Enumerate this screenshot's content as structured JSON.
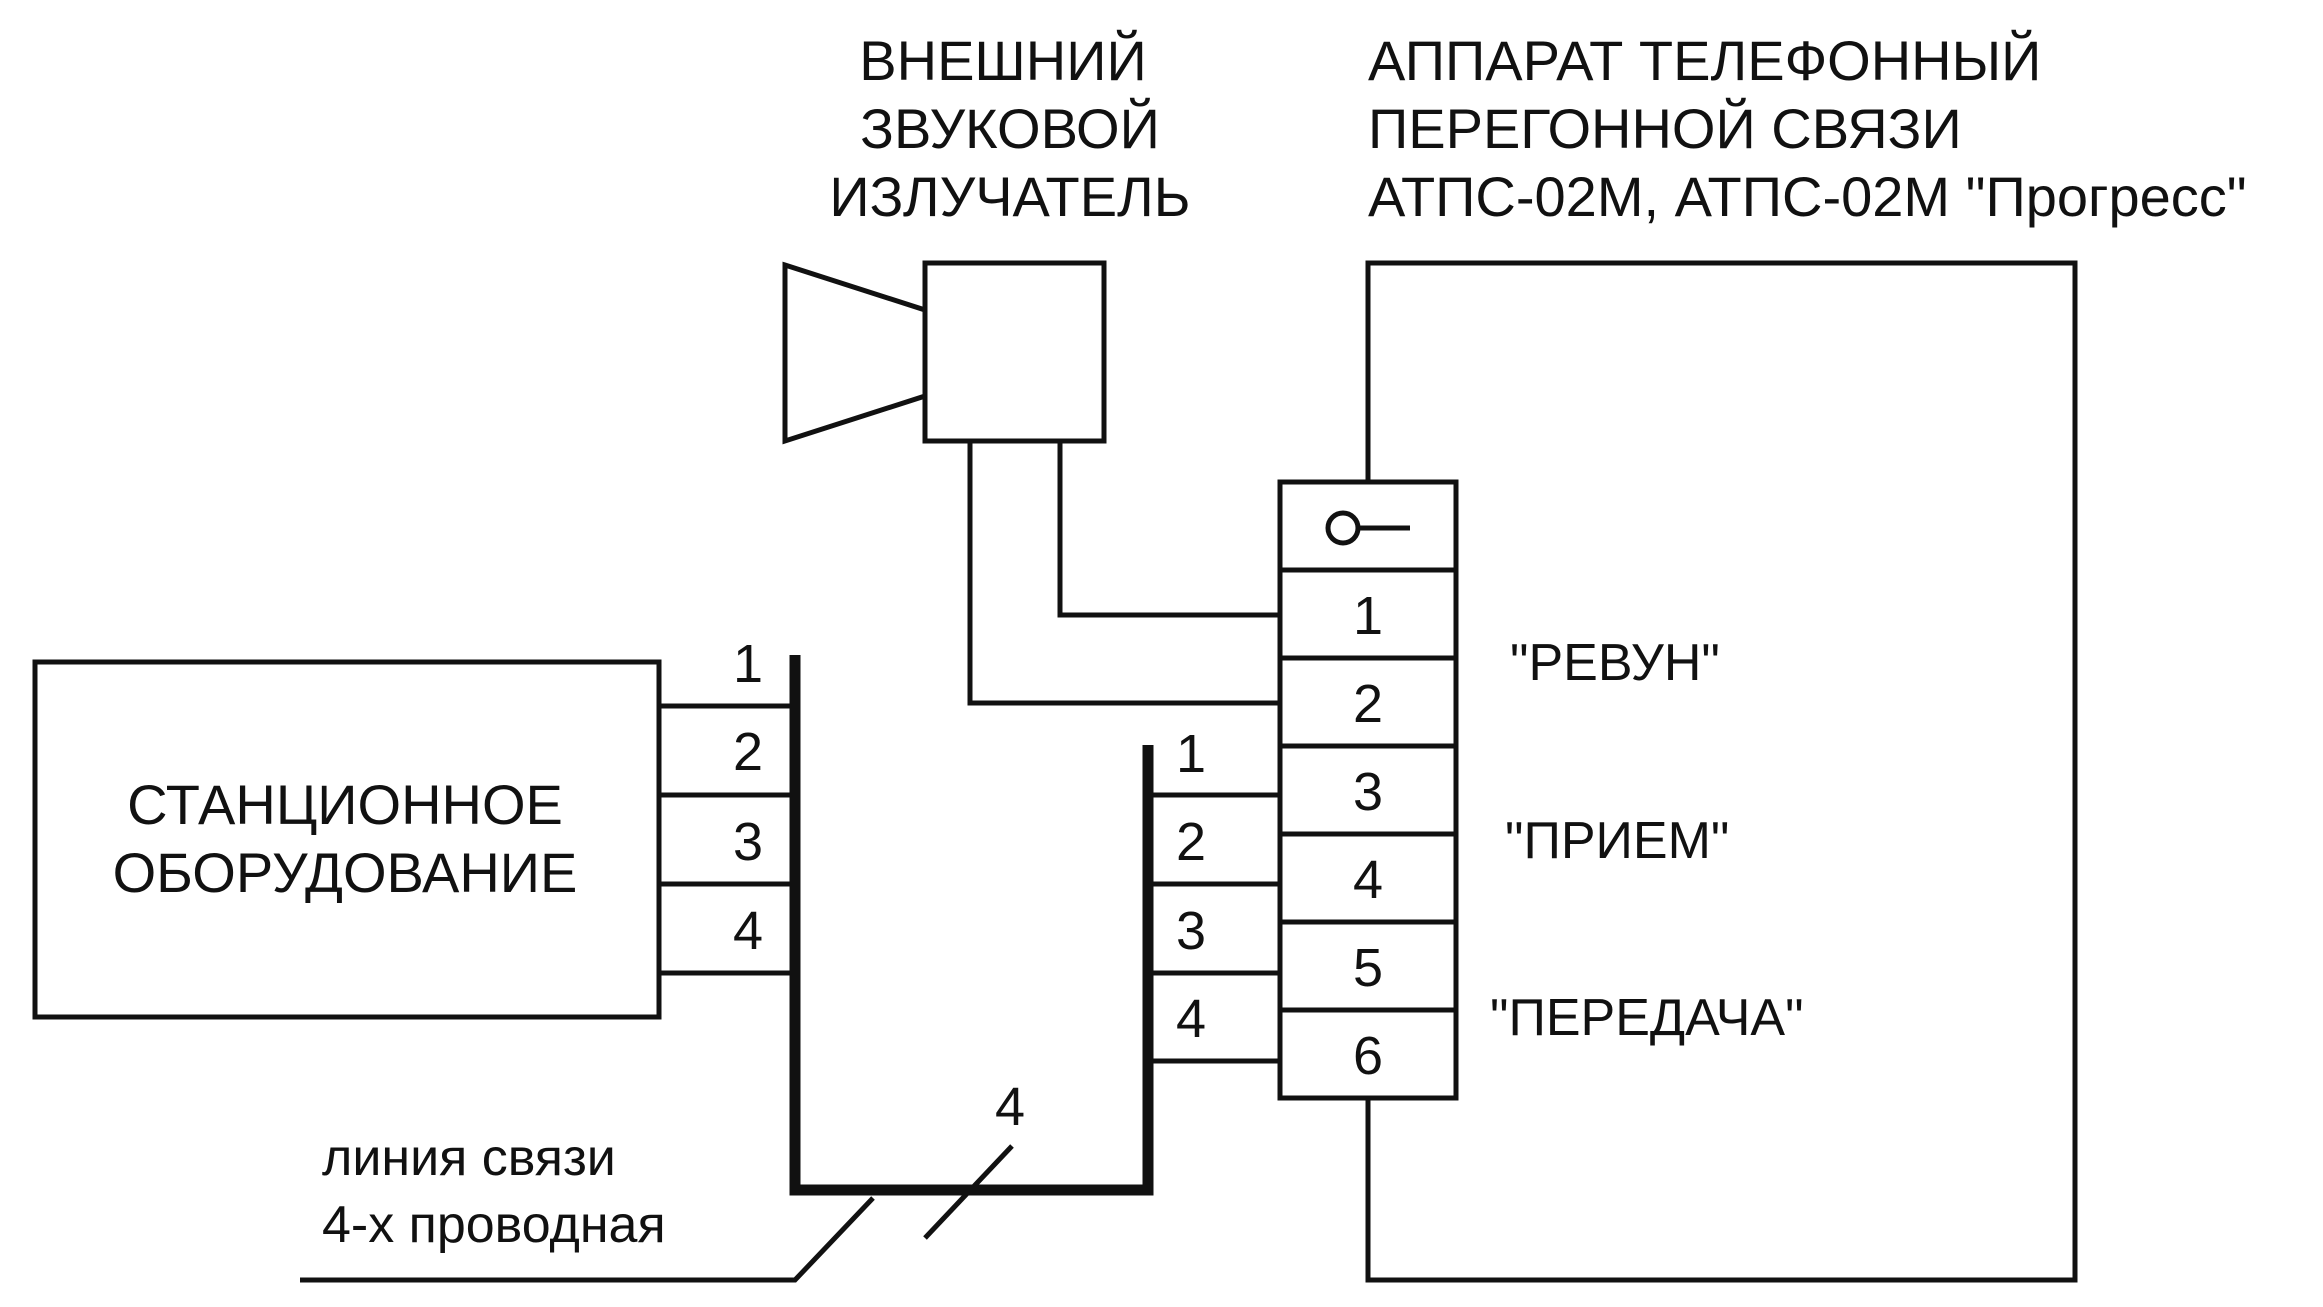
{
  "speaker": {
    "title_lines": [
      "ВНЕШНИЙ",
      "ЗВУКОВОЙ",
      "ИЗЛУЧАТЕЛЬ"
    ]
  },
  "phone_apparatus": {
    "title_lines": [
      "АППАРАТ ТЕЛЕФОННЫЙ",
      "ПЕРЕГОННОЙ СВЯЗИ",
      "АТПС-02М, АТПС-02М \"Прогресс\""
    ],
    "terminals": [
      "1",
      "2",
      "3",
      "4",
      "5",
      "6"
    ],
    "signals": [
      "\"РЕВУН\"",
      "\"ПРИЕМ\"",
      "\"ПЕРЕДАЧА\""
    ]
  },
  "station": {
    "title_lines": [
      "СТАНЦИОННОЕ",
      "ОБОРУДОВАНИЕ"
    ],
    "wires": [
      "1",
      "2",
      "3",
      "4"
    ]
  },
  "apparatus_bus": {
    "wires": [
      "1",
      "2",
      "3",
      "4"
    ]
  },
  "line": {
    "wire_count": "4",
    "label_lines": [
      "линия связи",
      "4-х проводная"
    ]
  }
}
